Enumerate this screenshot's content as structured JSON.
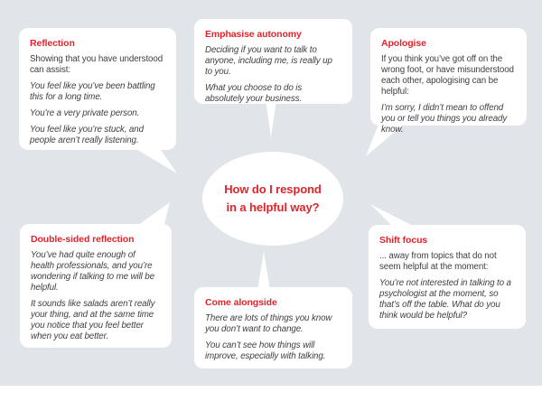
{
  "colors": {
    "background": "#e1e4e8",
    "bubble": "#ffffff",
    "accent_red": "#e3232c",
    "body_text": "#3e4043"
  },
  "center": {
    "line1": "How do I respond",
    "line2": "in a helpful way?"
  },
  "bubbles": [
    {
      "id": "reflection",
      "title": "Reflection",
      "paragraphs": [
        {
          "style": "regular",
          "text": "Showing that you have understood can assist:"
        },
        {
          "style": "italic",
          "text": "You feel like you’ve been battling this for a long time."
        },
        {
          "style": "italic",
          "text": "You’re a very private person."
        },
        {
          "style": "italic",
          "text": "You feel like you’re stuck, and people aren’t really listening."
        }
      ]
    },
    {
      "id": "emphasise-autonomy",
      "title": "Emphasise autonomy",
      "paragraphs": [
        {
          "style": "italic",
          "text": "Deciding if you want to talk to anyone, including me, is really up to you."
        },
        {
          "style": "italic",
          "text": "What you choose to do is absolutely your business."
        }
      ]
    },
    {
      "id": "apologise",
      "title": "Apologise",
      "paragraphs": [
        {
          "style": "regular",
          "text": "If you think you’ve got off on the wrong foot, or have misunderstood each other, apologising can be helpful:"
        },
        {
          "style": "italic",
          "text": "I’m sorry, I didn’t mean to offend you or tell you things you already know."
        }
      ]
    },
    {
      "id": "double-sided-reflection",
      "title": "Double-sided reflection",
      "paragraphs": [
        {
          "style": "italic",
          "text": "You’ve had quite enough of health professionals, and you’re wondering if talking to me will be helpful."
        },
        {
          "style": "italic",
          "text": "It sounds like salads aren’t really your thing, and at the same time you notice that you feel better when you eat better."
        }
      ]
    },
    {
      "id": "come-alongside",
      "title": "Come alongside",
      "paragraphs": [
        {
          "style": "italic",
          "text": "There are lots of things you know you don’t want to change."
        },
        {
          "style": "italic",
          "text": "You can’t see how things will improve, especially with talking."
        }
      ]
    },
    {
      "id": "shift-focus",
      "title": "Shift focus",
      "paragraphs": [
        {
          "style": "regular",
          "text": "... away from topics that do not seem helpful at the moment:"
        },
        {
          "style": "italic",
          "text": "You’re not interested in talking to a psychologist at the moment, so that’s off the table. What do you think would be helpful?"
        }
      ]
    }
  ]
}
